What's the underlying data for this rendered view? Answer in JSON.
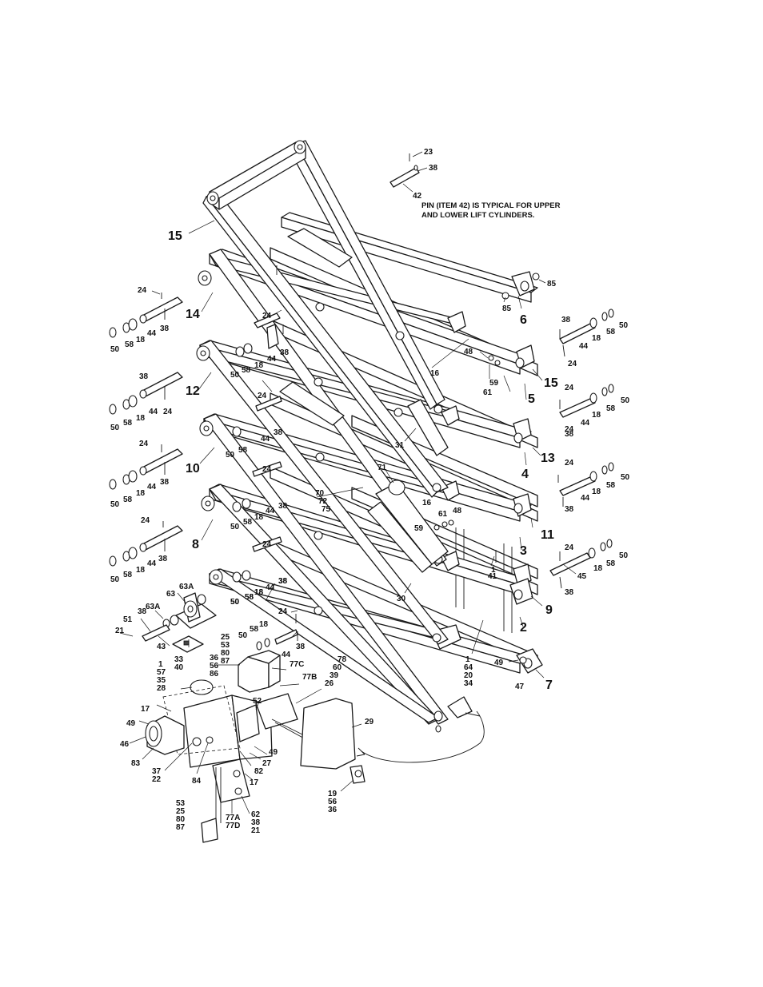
{
  "note": {
    "line1": "PIN (ITEM 42) IS TYPICAL FOR UPPER",
    "line2": "AND LOWER LIFT CYLINDERS."
  },
  "callouts": [
    {
      "text": "23"
    },
    {
      "text": "38"
    },
    {
      "text": "42"
    },
    {
      "text": "15",
      "big": true
    },
    {
      "text": "85"
    },
    {
      "text": "85"
    },
    {
      "text": "6",
      "big": true
    },
    {
      "text": "24"
    },
    {
      "text": "14",
      "big": true
    },
    {
      "text": "38"
    },
    {
      "text": "44"
    },
    {
      "text": "18"
    },
    {
      "text": "58"
    },
    {
      "text": "50"
    },
    {
      "text": "24"
    },
    {
      "text": "38"
    },
    {
      "text": "44"
    },
    {
      "text": "18"
    },
    {
      "text": "58"
    },
    {
      "text": "50"
    },
    {
      "text": "38"
    },
    {
      "text": "44"
    },
    {
      "text": "18"
    },
    {
      "text": "58"
    },
    {
      "text": "50"
    },
    {
      "text": "24"
    },
    {
      "text": "48"
    },
    {
      "text": "16"
    },
    {
      "text": "59"
    },
    {
      "text": "61"
    },
    {
      "text": "15",
      "big": true
    },
    {
      "text": "5",
      "big": true
    },
    {
      "text": "38"
    },
    {
      "text": "12",
      "big": true
    },
    {
      "text": "24"
    },
    {
      "text": "44"
    },
    {
      "text": "18"
    },
    {
      "text": "58"
    },
    {
      "text": "50"
    },
    {
      "text": "24"
    },
    {
      "text": "44"
    },
    {
      "text": "38"
    },
    {
      "text": "24"
    },
    {
      "text": "18"
    },
    {
      "text": "58"
    },
    {
      "text": "50"
    },
    {
      "text": "44"
    },
    {
      "text": "38"
    },
    {
      "text": "24"
    },
    {
      "text": "31"
    },
    {
      "text": "13",
      "big": true
    },
    {
      "text": "4",
      "big": true
    },
    {
      "text": "24"
    },
    {
      "text": "10",
      "big": true
    },
    {
      "text": "38"
    },
    {
      "text": "44"
    },
    {
      "text": "18"
    },
    {
      "text": "58"
    },
    {
      "text": "50"
    },
    {
      "text": "50"
    },
    {
      "text": "58"
    },
    {
      "text": "24"
    },
    {
      "text": "71"
    },
    {
      "text": "70"
    },
    {
      "text": "72"
    },
    {
      "text": "75"
    },
    {
      "text": "24"
    },
    {
      "text": "38"
    },
    {
      "text": "44"
    },
    {
      "text": "18"
    },
    {
      "text": "58"
    },
    {
      "text": "50"
    },
    {
      "text": "38"
    },
    {
      "text": "44"
    },
    {
      "text": "18"
    },
    {
      "text": "50"
    },
    {
      "text": "58"
    },
    {
      "text": "16"
    },
    {
      "text": "61"
    },
    {
      "text": "48"
    },
    {
      "text": "59"
    },
    {
      "text": "11",
      "big": true
    },
    {
      "text": "24"
    },
    {
      "text": "8",
      "big": true
    },
    {
      "text": "38"
    },
    {
      "text": "44"
    },
    {
      "text": "18"
    },
    {
      "text": "58"
    },
    {
      "text": "50"
    },
    {
      "text": "50"
    },
    {
      "text": "58"
    },
    {
      "text": "18"
    },
    {
      "text": "44"
    },
    {
      "text": "38"
    },
    {
      "text": "24"
    },
    {
      "text": "3",
      "big": true
    },
    {
      "text": "1"
    },
    {
      "text": "41"
    },
    {
      "text": "24"
    },
    {
      "text": "45"
    },
    {
      "text": "18"
    },
    {
      "text": "58"
    },
    {
      "text": "50"
    },
    {
      "text": "38"
    },
    {
      "text": "9",
      "big": true
    },
    {
      "text": "30"
    },
    {
      "text": "2",
      "big": true
    },
    {
      "text": "63A"
    },
    {
      "text": "63"
    },
    {
      "text": "38"
    },
    {
      "text": "63A"
    },
    {
      "text": "51"
    },
    {
      "text": "21"
    },
    {
      "text": "43"
    },
    {
      "text": "50"
    },
    {
      "text": "58"
    },
    {
      "text": "18"
    },
    {
      "text": "44"
    },
    {
      "text": "38"
    },
    {
      "text": "24"
    },
    {
      "text": "50"
    },
    {
      "text": "58"
    },
    {
      "text": "18"
    },
    {
      "text": "38"
    },
    {
      "text": "33"
    },
    {
      "text": "40"
    },
    {
      "text": "25"
    },
    {
      "text": "53"
    },
    {
      "text": "80"
    },
    {
      "text": "87"
    },
    {
      "text": "36"
    },
    {
      "text": "56"
    },
    {
      "text": "86"
    },
    {
      "text": "77C"
    },
    {
      "text": "77B"
    },
    {
      "text": "78"
    },
    {
      "text": "60"
    },
    {
      "text": "39"
    },
    {
      "text": "26"
    },
    {
      "text": "1"
    },
    {
      "text": "64"
    },
    {
      "text": "20"
    },
    {
      "text": "34"
    },
    {
      "text": "49"
    },
    {
      "text": "47"
    },
    {
      "text": "7",
      "big": true
    },
    {
      "text": "1"
    },
    {
      "text": "57"
    },
    {
      "text": "35"
    },
    {
      "text": "28"
    },
    {
      "text": "17"
    },
    {
      "text": "49"
    },
    {
      "text": "46"
    },
    {
      "text": "83"
    },
    {
      "text": "52"
    },
    {
      "text": "29"
    },
    {
      "text": "37"
    },
    {
      "text": "22"
    },
    {
      "text": "84"
    },
    {
      "text": "82"
    },
    {
      "text": "49"
    },
    {
      "text": "27"
    },
    {
      "text": "17"
    },
    {
      "text": "19"
    },
    {
      "text": "56"
    },
    {
      "text": "36"
    },
    {
      "text": "53"
    },
    {
      "text": "25"
    },
    {
      "text": "80"
    },
    {
      "text": "87"
    },
    {
      "text": "77A"
    },
    {
      "text": "77D"
    },
    {
      "text": "62"
    },
    {
      "text": "38"
    },
    {
      "text": "21"
    }
  ]
}
